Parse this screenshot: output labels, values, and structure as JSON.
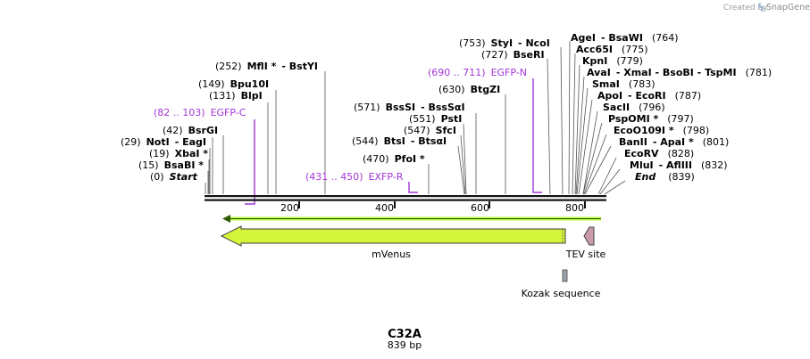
{
  "header": {
    "credit": "Created by",
    "brand": "SnapGene"
  },
  "plasmid": {
    "name": "C32A",
    "length": "839 bp"
  },
  "axis": {
    "ticks": [
      "200",
      "400",
      "600",
      "800"
    ]
  },
  "sites": [
    {
      "pos": "(0)",
      "name": "Start",
      "extra": ""
    },
    {
      "pos": "(15)",
      "name": "BsaBI *",
      "extra": ""
    },
    {
      "pos": "(19)",
      "name": "XbaI *",
      "extra": ""
    },
    {
      "pos": "(29)",
      "name": "NotI",
      "extra": "- EagI"
    },
    {
      "pos": "(42)",
      "name": "BsrGI",
      "extra": ""
    },
    {
      "pos": "(131)",
      "name": "BlpI",
      "extra": ""
    },
    {
      "pos": "(149)",
      "name": "Bpu10I",
      "extra": ""
    },
    {
      "pos": "(252)",
      "name": "MflI *",
      "extra": "- BstYI"
    },
    {
      "pos": "(470)",
      "name": "PfoI *",
      "extra": ""
    },
    {
      "pos": "(544)",
      "name": "BtsI",
      "extra": "- BtsαI"
    },
    {
      "pos": "(547)",
      "name": "SfcI",
      "extra": ""
    },
    {
      "pos": "(551)",
      "name": "PstI",
      "extra": ""
    },
    {
      "pos": "(571)",
      "name": "BssSI",
      "extra": "- BssSαI"
    },
    {
      "pos": "(630)",
      "name": "BtgZI",
      "extra": ""
    },
    {
      "pos": "(727)",
      "name": "BseRI",
      "extra": ""
    },
    {
      "pos": "(753)",
      "name": "StyI",
      "extra": "- NcoI"
    },
    {
      "pos": "(764)",
      "name": "AgeI",
      "extra": "- BsaWI"
    },
    {
      "pos": "(775)",
      "name": "Acc65I",
      "extra": ""
    },
    {
      "pos": "(779)",
      "name": "KpnI",
      "extra": ""
    },
    {
      "pos": "(781)",
      "name": "AvaI",
      "extra": "- XmaI - BsoBI - TspMI"
    },
    {
      "pos": "(783)",
      "name": "SmaI",
      "extra": ""
    },
    {
      "pos": "(787)",
      "name": "ApoI",
      "extra": "- EcoRI"
    },
    {
      "pos": "(796)",
      "name": "SacII",
      "extra": ""
    },
    {
      "pos": "(797)",
      "name": "PspOMI *",
      "extra": ""
    },
    {
      "pos": "(798)",
      "name": "EcoO109I *",
      "extra": ""
    },
    {
      "pos": "(801)",
      "name": "BanII",
      "extra": "- ApaI *"
    },
    {
      "pos": "(828)",
      "name": "EcoRV",
      "extra": ""
    },
    {
      "pos": "(832)",
      "name": "MluI",
      "extra": "- AflIII"
    },
    {
      "pos": "(839)",
      "name": "End",
      "extra": ""
    }
  ],
  "primers": [
    {
      "range": "(82 .. 103)",
      "name": "EGFP-C"
    },
    {
      "range": "(431 .. 450)",
      "name": "EXFP-R"
    },
    {
      "range": "(690 .. 711)",
      "name": "EGFP-N"
    }
  ],
  "features": {
    "mvenus": "mVenus",
    "tev": "TEV site",
    "kozak": "Kozak sequence"
  },
  "colors": {
    "feature_fill": "#d4f53c",
    "orf_line": "#b8f542",
    "primer": "#a335d6",
    "tev_fill": "#c99aa8",
    "kozak_fill": "#9aa3ab"
  }
}
